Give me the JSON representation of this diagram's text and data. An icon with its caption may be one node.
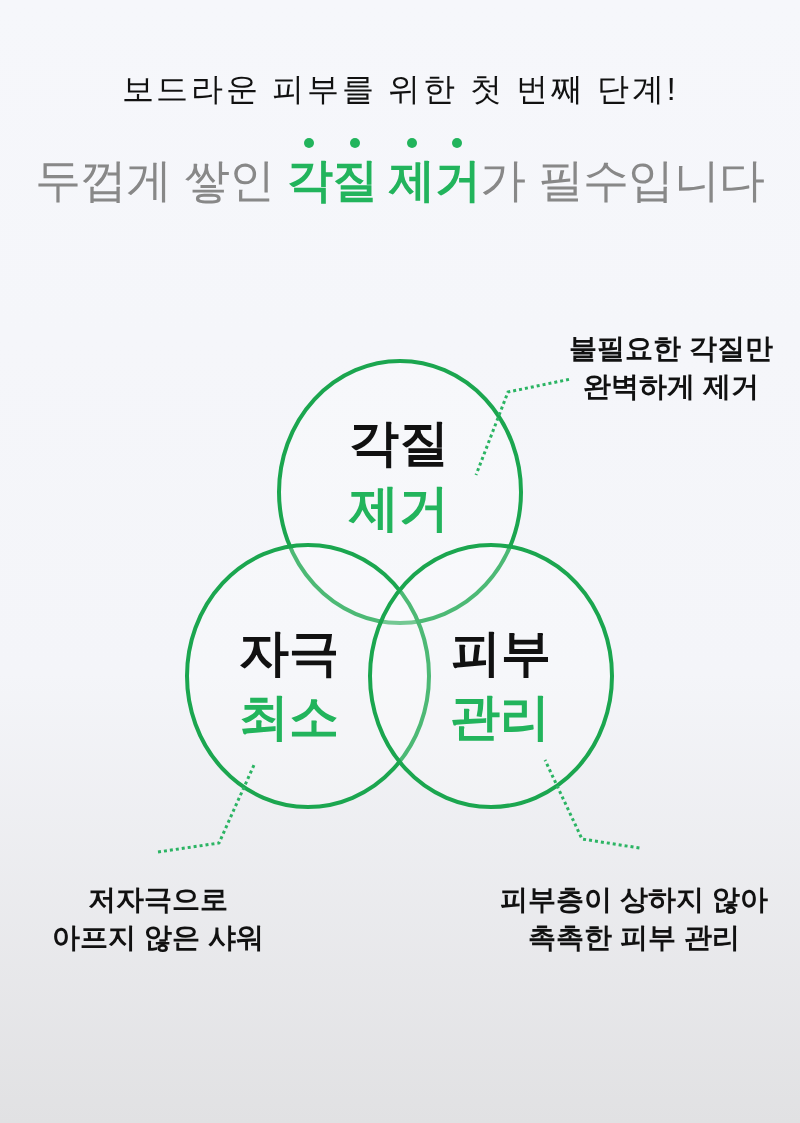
{
  "diagram": {
    "title": "두껍게 쌓인 **각질 제거**가 필수입니다",
    "nodes": [
      {
        "text": [
          "불필요한 각질만 완벽하게 제거"
        ]
      },
      {
        "text": [
          "각질",
          "제거"
        ]
      },
      {
        "text": [
          "자극",
          "최소"
        ]
      },
      {
        "text": [
          "피부",
          "관리"
        ]
      },
      {
        "text": [
          "저자극으로 아프지 않은 샤워"
        ]
      },
      {
        "text": [
          "피부층이 상하지 않아 촉촉한 피부 관리"
        ]
      }
    ],
    "edges": [
      {
        "from": 0,
        "to": 1,
        "arrow": "none",
        "style": "dashed"
      },
      {
        "from": 4,
        "to": 2,
        "arrow": "none",
        "style": "dashed"
      },
      {
        "from": 5,
        "to": 3,
        "arrow": "none",
        "style": "dashed"
      }
    ],
    "labels": [
      "보드라운 피부를 위한 첫 번째 단계!"
    ]
  }
}
